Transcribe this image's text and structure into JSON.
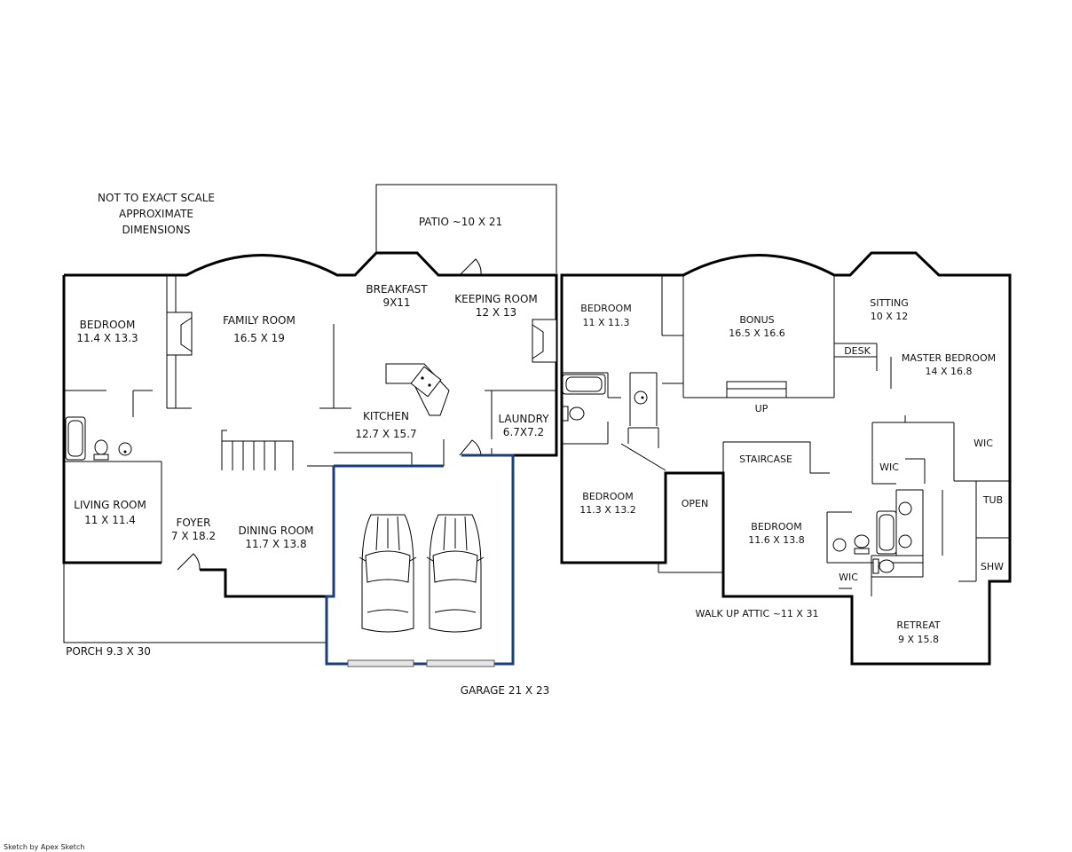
{
  "notes": {
    "line1": "NOT TO EXACT SCALE",
    "line2": "APPROXIMATE DIMENSIONS"
  },
  "credit": "Sketch by Apex Sketch",
  "rooms": {
    "patio": {
      "name": "PATIO ~10 X 21",
      "dims": ""
    },
    "bedroom_main": {
      "name": "BEDROOM",
      "dims": "11.4 X 13.3"
    },
    "family_room": {
      "name": "FAMILY ROOM",
      "dims": "16.5 X 19"
    },
    "breakfast": {
      "name": "BREAKFAST",
      "dims": "9X11"
    },
    "keeping_room": {
      "name": "KEEPING ROOM",
      "dims": "12 X 13"
    },
    "kitchen": {
      "name": "KITCHEN",
      "dims": "12.7 X 15.7"
    },
    "laundry": {
      "name": "LAUNDRY",
      "dims": "6.7X7.2"
    },
    "living_room": {
      "name": "LIVING ROOM",
      "dims": "11 X 11.4"
    },
    "foyer": {
      "name": "FOYER",
      "dims": "7 X 18.2"
    },
    "dining_room": {
      "name": "DINING ROOM",
      "dims": "11.7 X 13.8"
    },
    "porch": {
      "name": "PORCH 9.3 X 30",
      "dims": ""
    },
    "garage": {
      "name": "GARAGE 21 X 23",
      "dims": ""
    },
    "bedroom_up_1": {
      "name": "BEDROOM",
      "dims": "11 X 11.3"
    },
    "bonus": {
      "name": "BONUS",
      "dims": "16.5 X 16.6"
    },
    "sitting": {
      "name": "SITTING",
      "dims": "10 X 12"
    },
    "desk": {
      "name": "DESK",
      "dims": ""
    },
    "master_bedroom": {
      "name": "MASTER BEDROOM",
      "dims": "14 X 16.8"
    },
    "up": {
      "name": "UP",
      "dims": ""
    },
    "wic_master": {
      "name": "WIC",
      "dims": ""
    },
    "staircase": {
      "name": "STAIRCASE",
      "dims": ""
    },
    "wic_mid": {
      "name": "WIC",
      "dims": ""
    },
    "bedroom_up_2": {
      "name": "BEDROOM",
      "dims": "11.3 X 13.2"
    },
    "open": {
      "name": "OPEN",
      "dims": ""
    },
    "bedroom_up_3": {
      "name": "BEDROOM",
      "dims": "11.6 X 13.8"
    },
    "tub": {
      "name": "TUB",
      "dims": ""
    },
    "shw": {
      "name": "SHW",
      "dims": ""
    },
    "wic_low": {
      "name": "WIC",
      "dims": ""
    },
    "walk_up_attic": {
      "name": "WALK UP ATTIC ~11 X 31",
      "dims": ""
    },
    "retreat": {
      "name": "RETREAT",
      "dims": "9 X 15.8"
    }
  }
}
